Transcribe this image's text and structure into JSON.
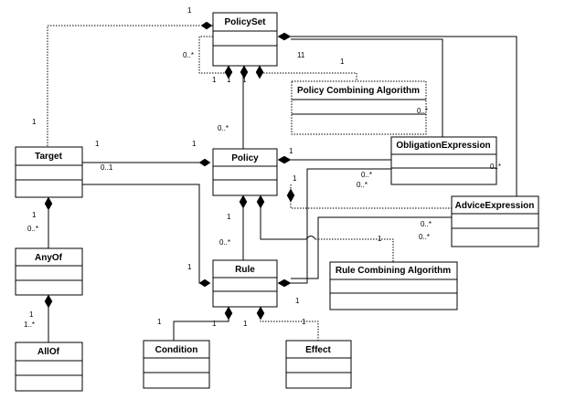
{
  "classes": {
    "policyset": "PolicySet",
    "pca": "Policy Combining Algorithm",
    "target": "Target",
    "policy": "Policy",
    "obligation": "ObligationExpression",
    "advice": "AdviceExpression",
    "anyof": "AnyOf",
    "rule": "Rule",
    "rca": "Rule Combining Algorithm",
    "allof": "AllOf",
    "condition": "Condition",
    "effect": "Effect"
  },
  "multiplicities": {
    "m_ps_top": "1",
    "m_ps_self": "0..*",
    "m_ps_11": "11",
    "m_pca_ps": "1",
    "m_ps_b1": "1",
    "m_ps_b2": "1",
    "m_ps_b3": "1",
    "m_pca_right": "0..*",
    "m_target_top": "1",
    "m_policy_0star": "0..*",
    "m_target_policy_1": "1",
    "m_target_policy_01": "0..1",
    "m_policy_1": "1",
    "m_pol_obl_1": "1",
    "m_pol_obl_0": "0..*",
    "m_pol_adv_0": "0..*",
    "m_obl_right": "0..*",
    "m_pol_adv_1": "1",
    "m_adv_0a": "0..*",
    "m_adv_0b": "0..*",
    "m_target_anyof_1": "1",
    "m_target_anyof_0": "0..*",
    "m_policy_rule_1": "1",
    "m_policy_rule_0": "0..*",
    "m_rca_1": "1",
    "m_target_rule_1": "1",
    "m_rule_right_1": "1",
    "m_anyof_allof_1": "1",
    "m_anyof_allof_1star": "1..*",
    "m_rule_cond_1": "1",
    "m_rule_cond_0": "1",
    "m_rule_eff_1": "1",
    "m_rule_eff_0": "1"
  }
}
